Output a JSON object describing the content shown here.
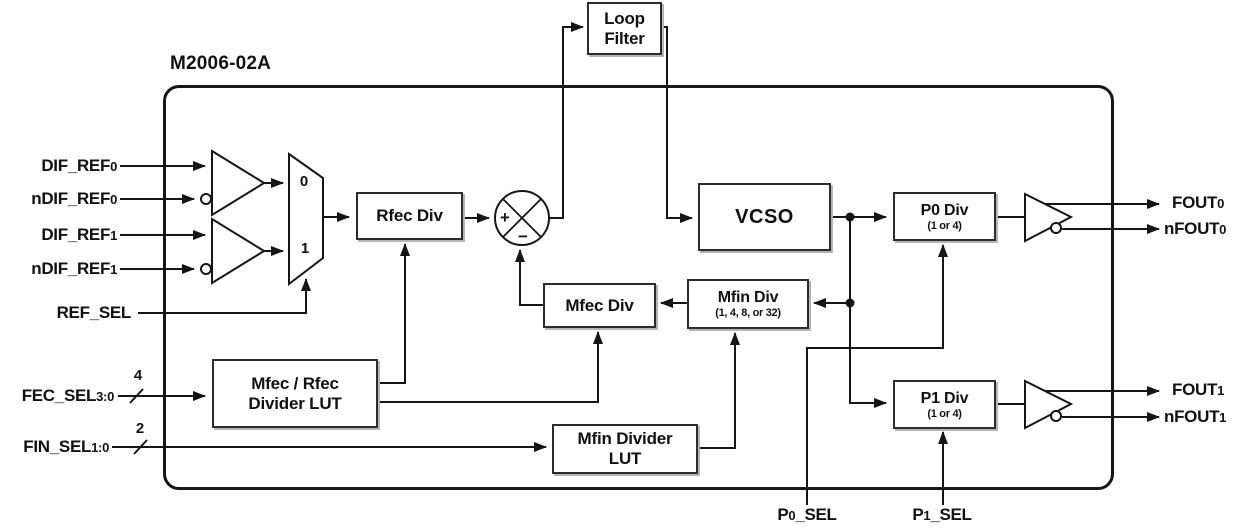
{
  "colors": {
    "background": "#ffffff",
    "line": "#151515",
    "box_border": "#2d2d2d",
    "text": "#111111"
  },
  "diagram": {
    "title": "M2006-02A",
    "blocks": {
      "loop_filter": {
        "line1": "Loop",
        "line2": "Filter"
      },
      "rfec_div": {
        "label": "Rfec Div"
      },
      "vcso": {
        "label": "VCSO"
      },
      "mfec_div": {
        "label": "Mfec Div"
      },
      "mfin_div": {
        "label": "Mfin Div",
        "sublabel": "(1, 4, 8, or 32)"
      },
      "p0_div": {
        "label": "P0 Div",
        "sublabel": "(1 or 4)"
      },
      "p1_div": {
        "label": "P1 Div",
        "sublabel": "(1 or 4)"
      },
      "mfec_rfec_lut": {
        "line1": "Mfec / Rfec",
        "line2": "Divider LUT"
      },
      "mfin_lut": {
        "line1": "Mfin Divider",
        "line2": "LUT"
      }
    },
    "mux": {
      "input0": "0",
      "input1": "1"
    },
    "phase_detector": {
      "plus": "+",
      "minus": "−"
    },
    "bus_widths": {
      "fec_sel": "4",
      "fin_sel": "2"
    },
    "ports": {
      "left": [
        {
          "pre": "DIF_REF",
          "sub": "0",
          "post": ""
        },
        {
          "pre": "nDIF_REF",
          "sub": "0",
          "post": ""
        },
        {
          "pre": "DIF_REF",
          "sub": "1",
          "post": ""
        },
        {
          "pre": "nDIF_REF",
          "sub": "1",
          "post": ""
        },
        {
          "pre": "REF_SEL",
          "sub": "",
          "post": ""
        },
        {
          "pre": "FEC_SEL",
          "sub": "3:0",
          "post": ""
        },
        {
          "pre": "FIN_SEL",
          "sub": "1:0",
          "post": ""
        }
      ],
      "right": [
        {
          "pre": "FOUT",
          "sub": "0",
          "post": ""
        },
        {
          "pre": "nFOUT",
          "sub": "0",
          "post": ""
        },
        {
          "pre": "FOUT",
          "sub": "1",
          "post": ""
        },
        {
          "pre": "nFOUT",
          "sub": "1",
          "post": ""
        }
      ],
      "bottom": [
        {
          "pre": "P",
          "sub": "0",
          "post": "_SEL"
        },
        {
          "pre": "P",
          "sub": "1",
          "post": "_SEL"
        }
      ]
    }
  }
}
